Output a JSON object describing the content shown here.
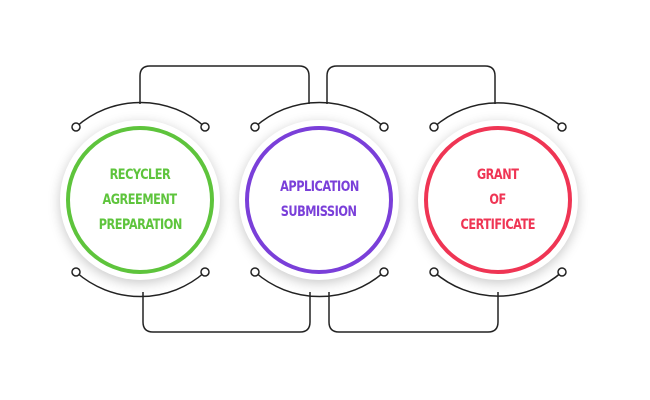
{
  "colors": {
    "line": "#222222",
    "step_1": "#5ec43c",
    "step_2": "#7a3fd9",
    "step_3": "#ef3554"
  },
  "steps": [
    {
      "lines": [
        "RECYCLER",
        "AGREEMENT",
        "PREPARATION"
      ]
    },
    {
      "lines": [
        "APPLICATION",
        "SUBMISSION"
      ]
    },
    {
      "lines": [
        "GRANT",
        "OF",
        "CERTIFICATE"
      ]
    }
  ]
}
